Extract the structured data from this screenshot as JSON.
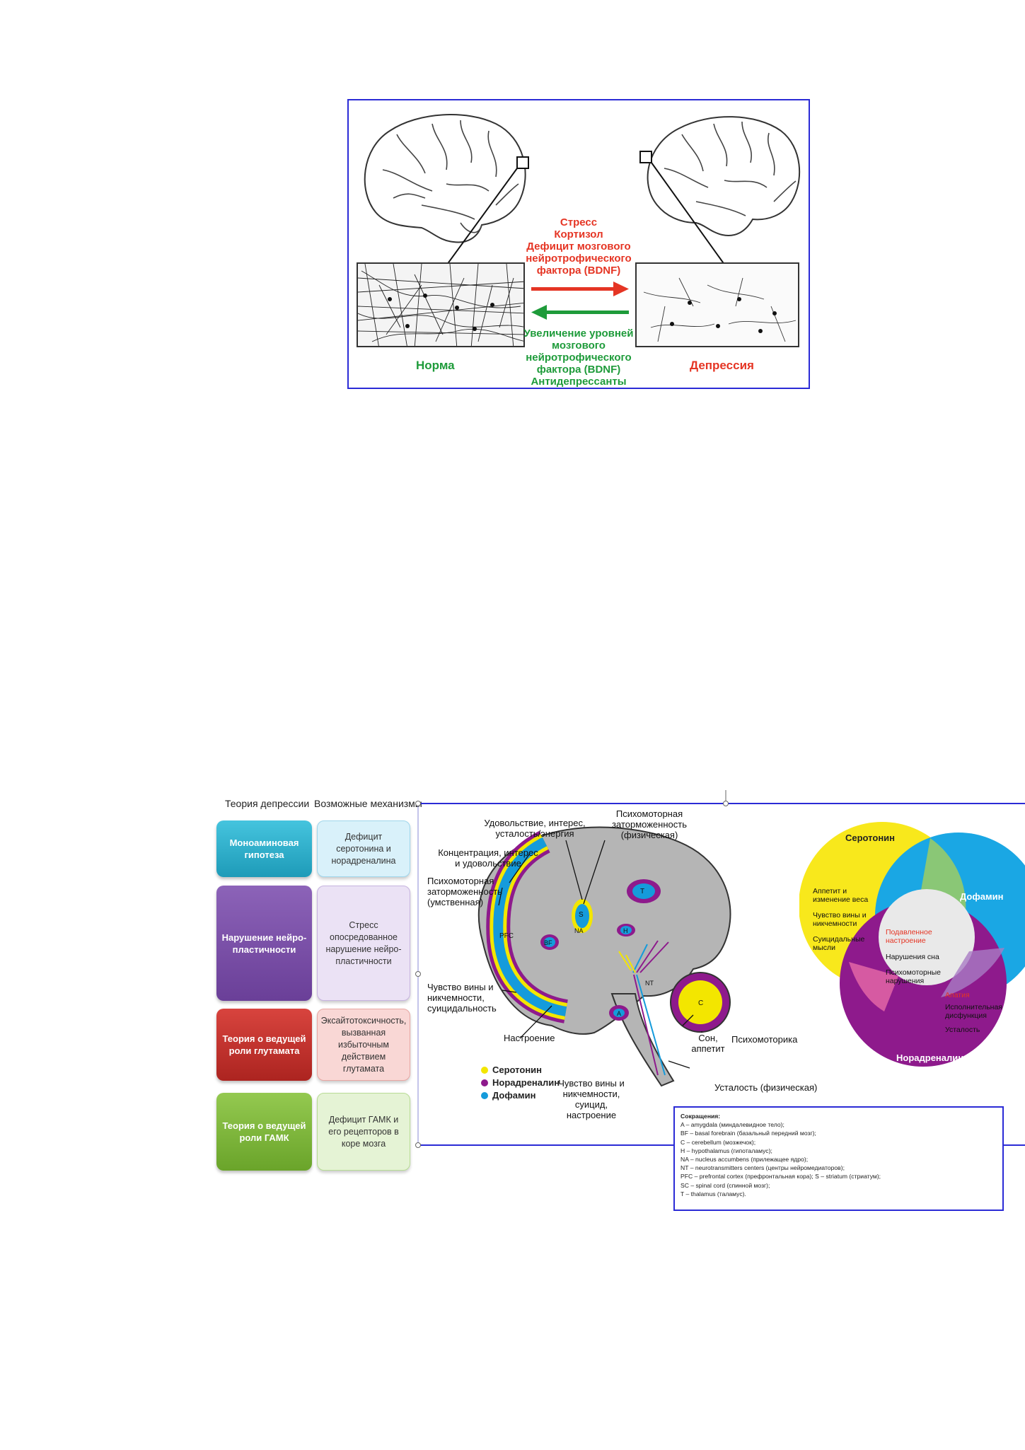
{
  "figure1": {
    "stress_factors": [
      "Стресс",
      "Кортизол",
      "Дефицит мозгового",
      "нейротрофического",
      "фактора (BDNF)"
    ],
    "recovery_factors": [
      "Увеличение уровней",
      "мозгового",
      "нейротрофического",
      "фактора (BDNF)",
      "Антидепрессанты"
    ],
    "label_norm": "Норма",
    "label_depression": "Депрессия",
    "colors": {
      "red": "#e53524",
      "green": "#1e9b3a",
      "frame": "#2b2bd6"
    }
  },
  "figure2": {
    "headers": {
      "theory": "Теория депрессии",
      "mechanisms": "Возможные механизмы"
    },
    "rows": [
      {
        "theory": "Моноаминовая гипотеза",
        "mechanism": "Дефицит серотонина и норадреналина",
        "theory_color": "#2fb3cf",
        "mech_color": "#d9f1fa"
      },
      {
        "theory": "Нарушение нейро-пластичности",
        "mechanism": "Стресс опосредованное нарушение нейро-пластичности",
        "theory_color": "#7a4fa6",
        "mech_color": "#e8ddf3"
      },
      {
        "theory": "Теория о ведущей роли глутамата",
        "mechanism": "Эксайтотоксичность, вызванная избыточным действием глутамата",
        "theory_color": "#c4302b",
        "mech_color": "#f8d4d2"
      },
      {
        "theory": "Теория о ведущей роли ГАМК",
        "mechanism": "Дефицит ГАМК и его рецепторов в коре мозга",
        "theory_color": "#7fb83a",
        "mech_color": "#e3f2d3"
      }
    ],
    "brain_labels": {
      "pleasure": "Удовольствие, интерес, усталость/энергия",
      "psychomotor_phys_top": "Психомоторная заторможенность (физическая)",
      "concentration": "Концентрация, интерес и удовольствие",
      "psychomotor_mental": "Психомоторная заторможенность (умственная)",
      "guilt_left": "Чувство вины и никчемности, суицидальность",
      "mood": "Настроение",
      "sleep": "Сон, аппетит",
      "psychomotorics": "Психомоторика",
      "fatigue_phys": "Усталость (физическая)",
      "guilt_bottom": "Чувство вины и никчемности, суицид, настроение"
    },
    "region_labels": {
      "pfc": "PFC",
      "s": "S",
      "na": "NA",
      "t": "T",
      "bf": "BF",
      "h": "H",
      "a": "A",
      "nt": "NT",
      "c": "C"
    },
    "legend": [
      {
        "name": "Серотонин",
        "color": "#f3e600"
      },
      {
        "name": "Норадреналин",
        "color": "#8e1a8c"
      },
      {
        "name": "Дофамин",
        "color": "#159bdb"
      }
    ],
    "venn": {
      "serotonin": "Серотонин",
      "dopamine": "Дофамин",
      "noradrenaline": "Норадреналин",
      "serotonin_only": [
        "Аппетит и изменение веса",
        "Чувство вины и никчемности",
        "Суицидальные мысли"
      ],
      "depressed_mood": "Подавленное настроение",
      "sleep_disorders": "Нарушения сна",
      "psychomotor_disorders": "Психомоторные нарушения",
      "apathy": "Апатия",
      "executive": "Исполнительная дисфункция",
      "fatigue": "Усталость"
    },
    "abbreviations": {
      "title": "Сокращения:",
      "lines": [
        "A – amygdala (миндалевидное тело);",
        "BF – basal forebrain (базальный передний мозг);",
        "C – cerebellum (мозжечок);",
        "H – hypothalamus (гипоталамус);",
        "NA – nucleus accumbens (прилежащее ядро);",
        "NT – neurotransmitters centers (центры нейромедиаторов);",
        "PFC – prefrontal cortex (префронтальная кора); S – striatum (стриатум);",
        "SC – spinal cord (спинной мозг);",
        "T – thalamus (таламус)."
      ]
    }
  }
}
